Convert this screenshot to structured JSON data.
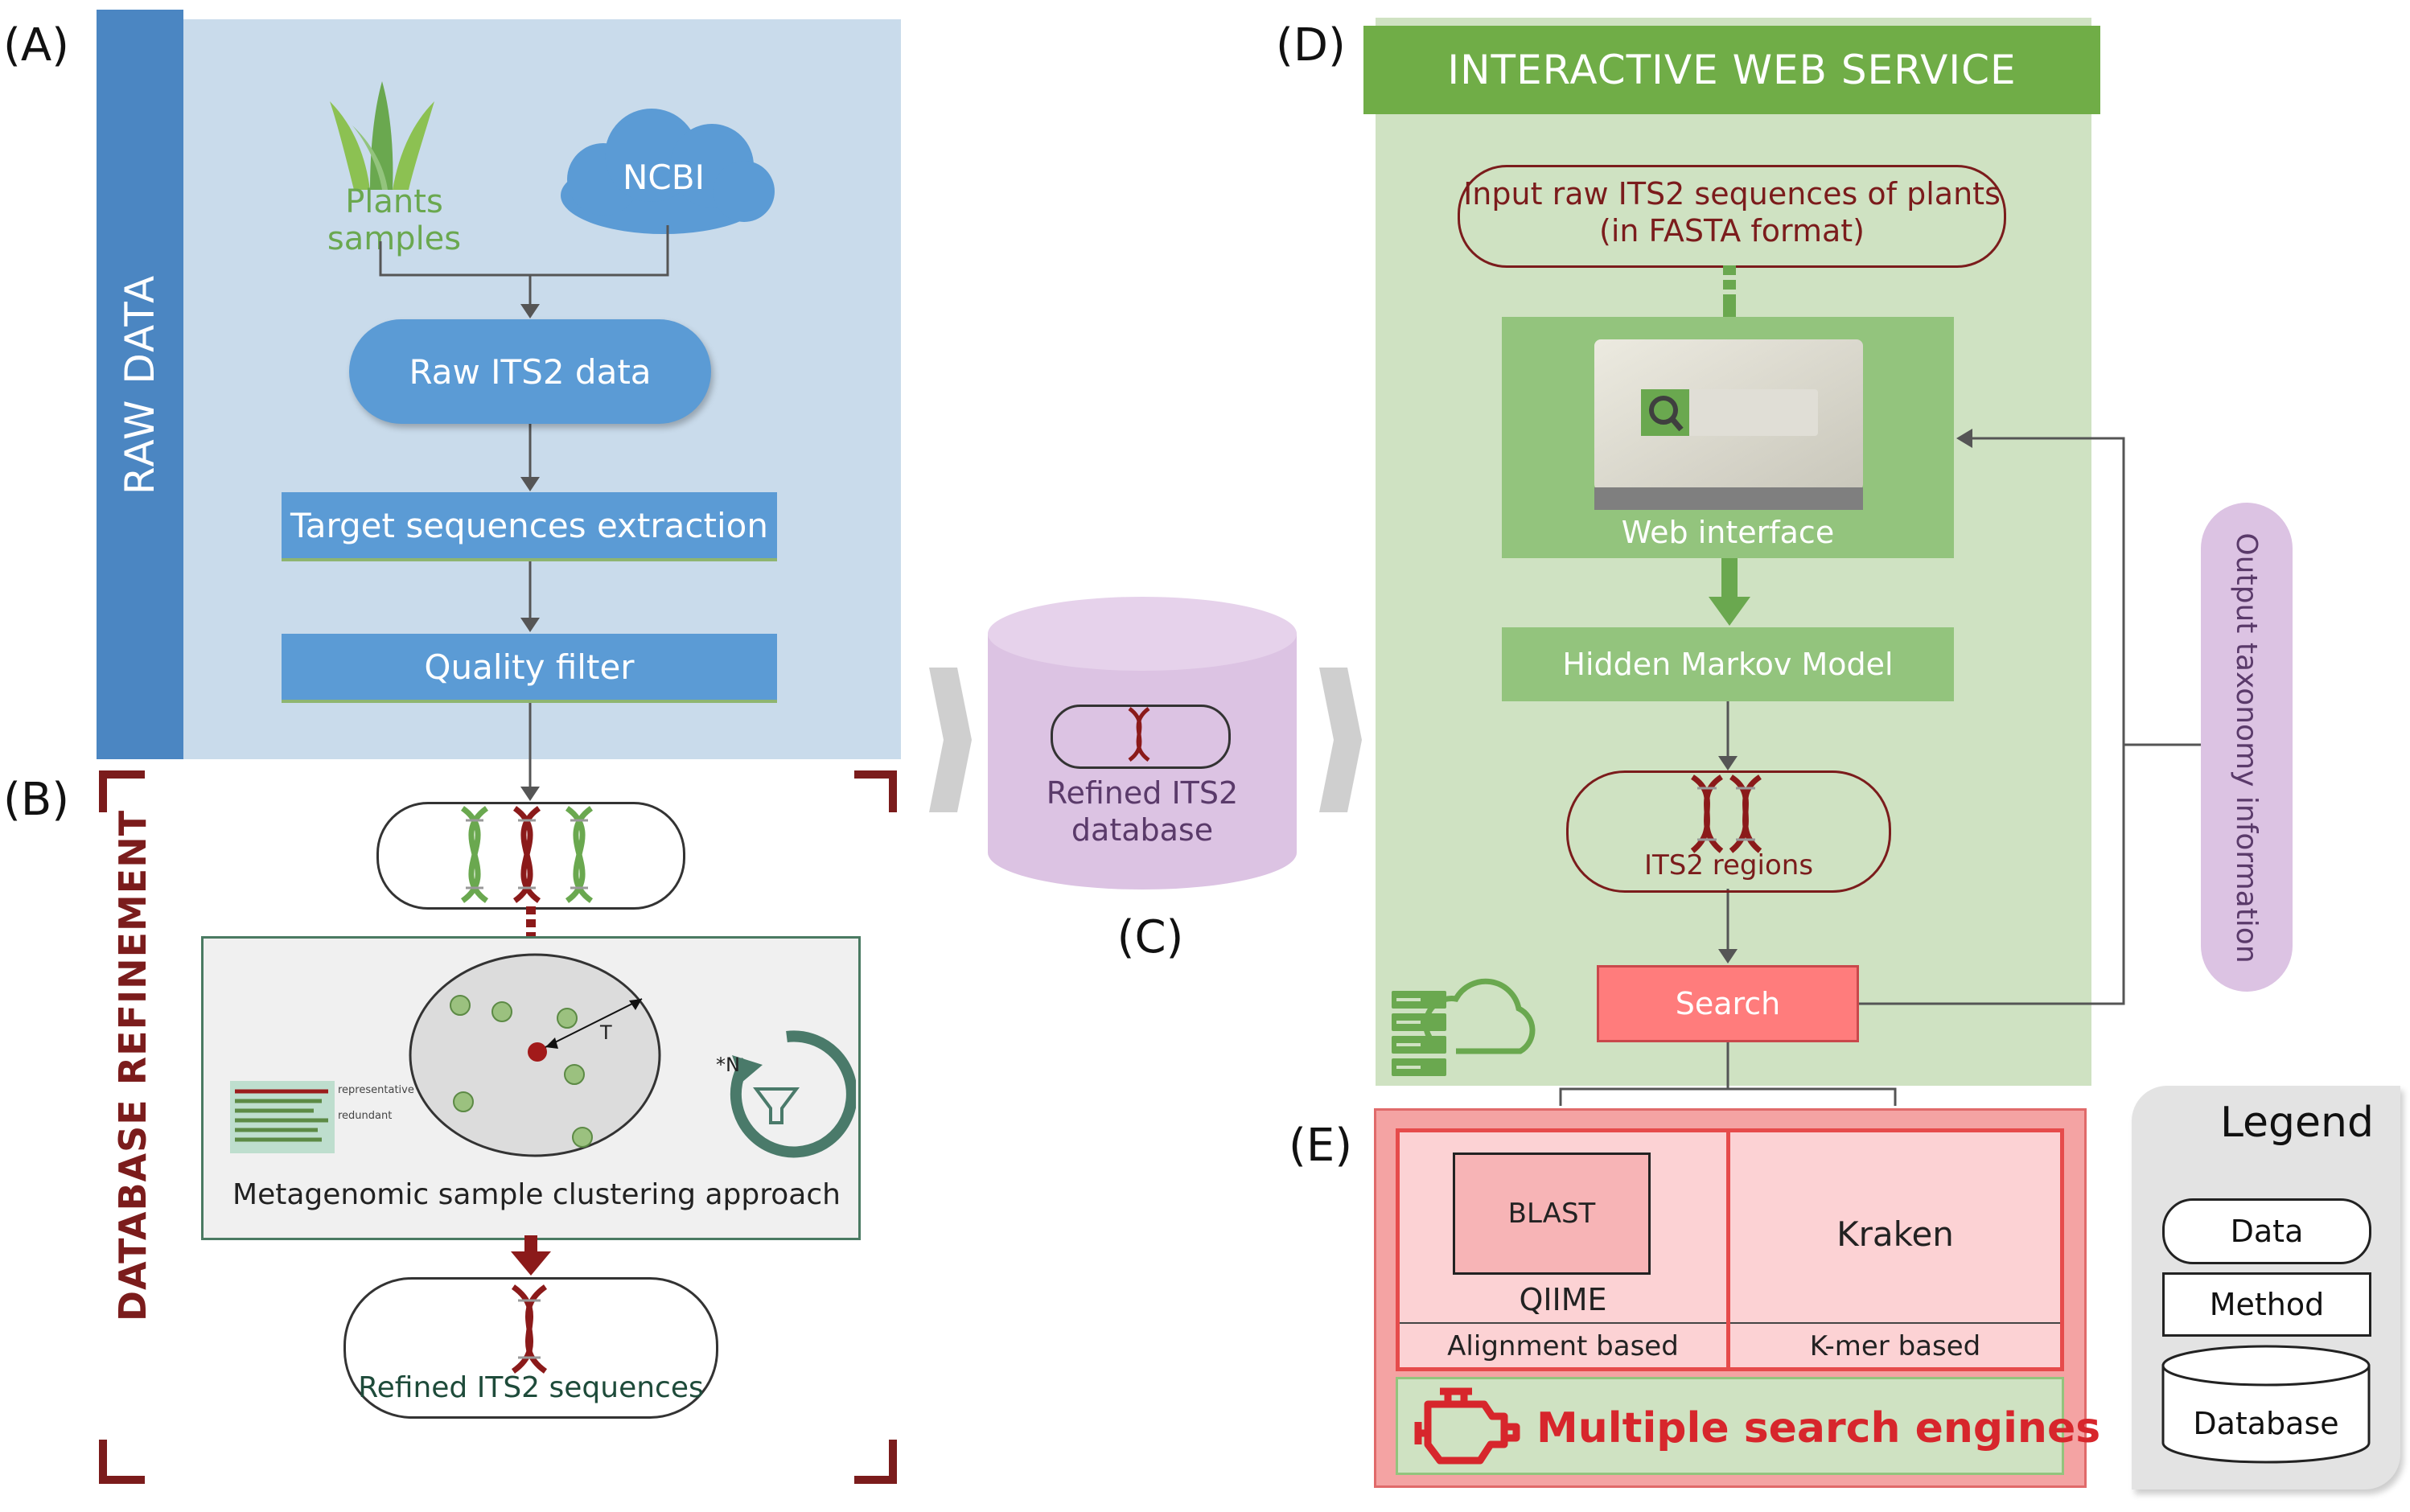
{
  "panel_labels": {
    "a": "(A)",
    "b": "(B)",
    "c": "(C)",
    "d": "(D)",
    "e": "(E)"
  },
  "raw_data": {
    "side_label": "RAW DATA",
    "plants_label": "Plants samples",
    "ncbi_label": "NCBI",
    "raw_its2_label": "Raw ITS2 data",
    "target_extraction_label": "Target sequences extraction",
    "quality_filter_label": "Quality filter"
  },
  "refinement": {
    "side_label": "DATABASE REFINEMENT",
    "cluster_label": "Metagenomic sample clustering approach",
    "threshold_label": "T",
    "iteration_label": "*N",
    "representative_label": "representative",
    "redundant_label": "redundant",
    "refined_sequences_label": "Refined ITS2 sequences"
  },
  "database": {
    "line1": "Refined ITS2",
    "line2": "database"
  },
  "web_service": {
    "title": "INTERACTIVE WEB SERVICE",
    "input_line1": "Input raw ITS2 sequences of plants",
    "input_line2": "(in FASTA format)",
    "web_interface_label": "Web interface",
    "hmm_label": "Hidden Markov Model",
    "its2_regions_label": "ITS2 regions",
    "search_label": "Search",
    "output_label": "Output taxonomy information"
  },
  "engines": {
    "blast_label": "BLAST",
    "qiime_label": "QIIME",
    "alignment_label": "Alignment based",
    "kraken_label": "Kraken",
    "kmer_label": "K-mer based",
    "multiple_label": "Multiple search engines"
  },
  "legend": {
    "title": "Legend",
    "data_label": "Data",
    "method_label": "Method",
    "database_label": "Database"
  },
  "colors": {
    "raw_panel_bg": "#c9dbeb",
    "raw_sidebar": "#4b86c2",
    "method_blue": "#5b9bd5",
    "green_panel": "#cfe2c2",
    "green_title": "#70ad47",
    "green_box": "#93c47d",
    "dark_red": "#7b1c1c",
    "db_purple": "#dcc3e3",
    "search_red": "#ff7c7c",
    "engines_bg": "#f4a3a3",
    "engines_light": "#fcd2d4",
    "legend_bg": "#e3e3e3"
  }
}
